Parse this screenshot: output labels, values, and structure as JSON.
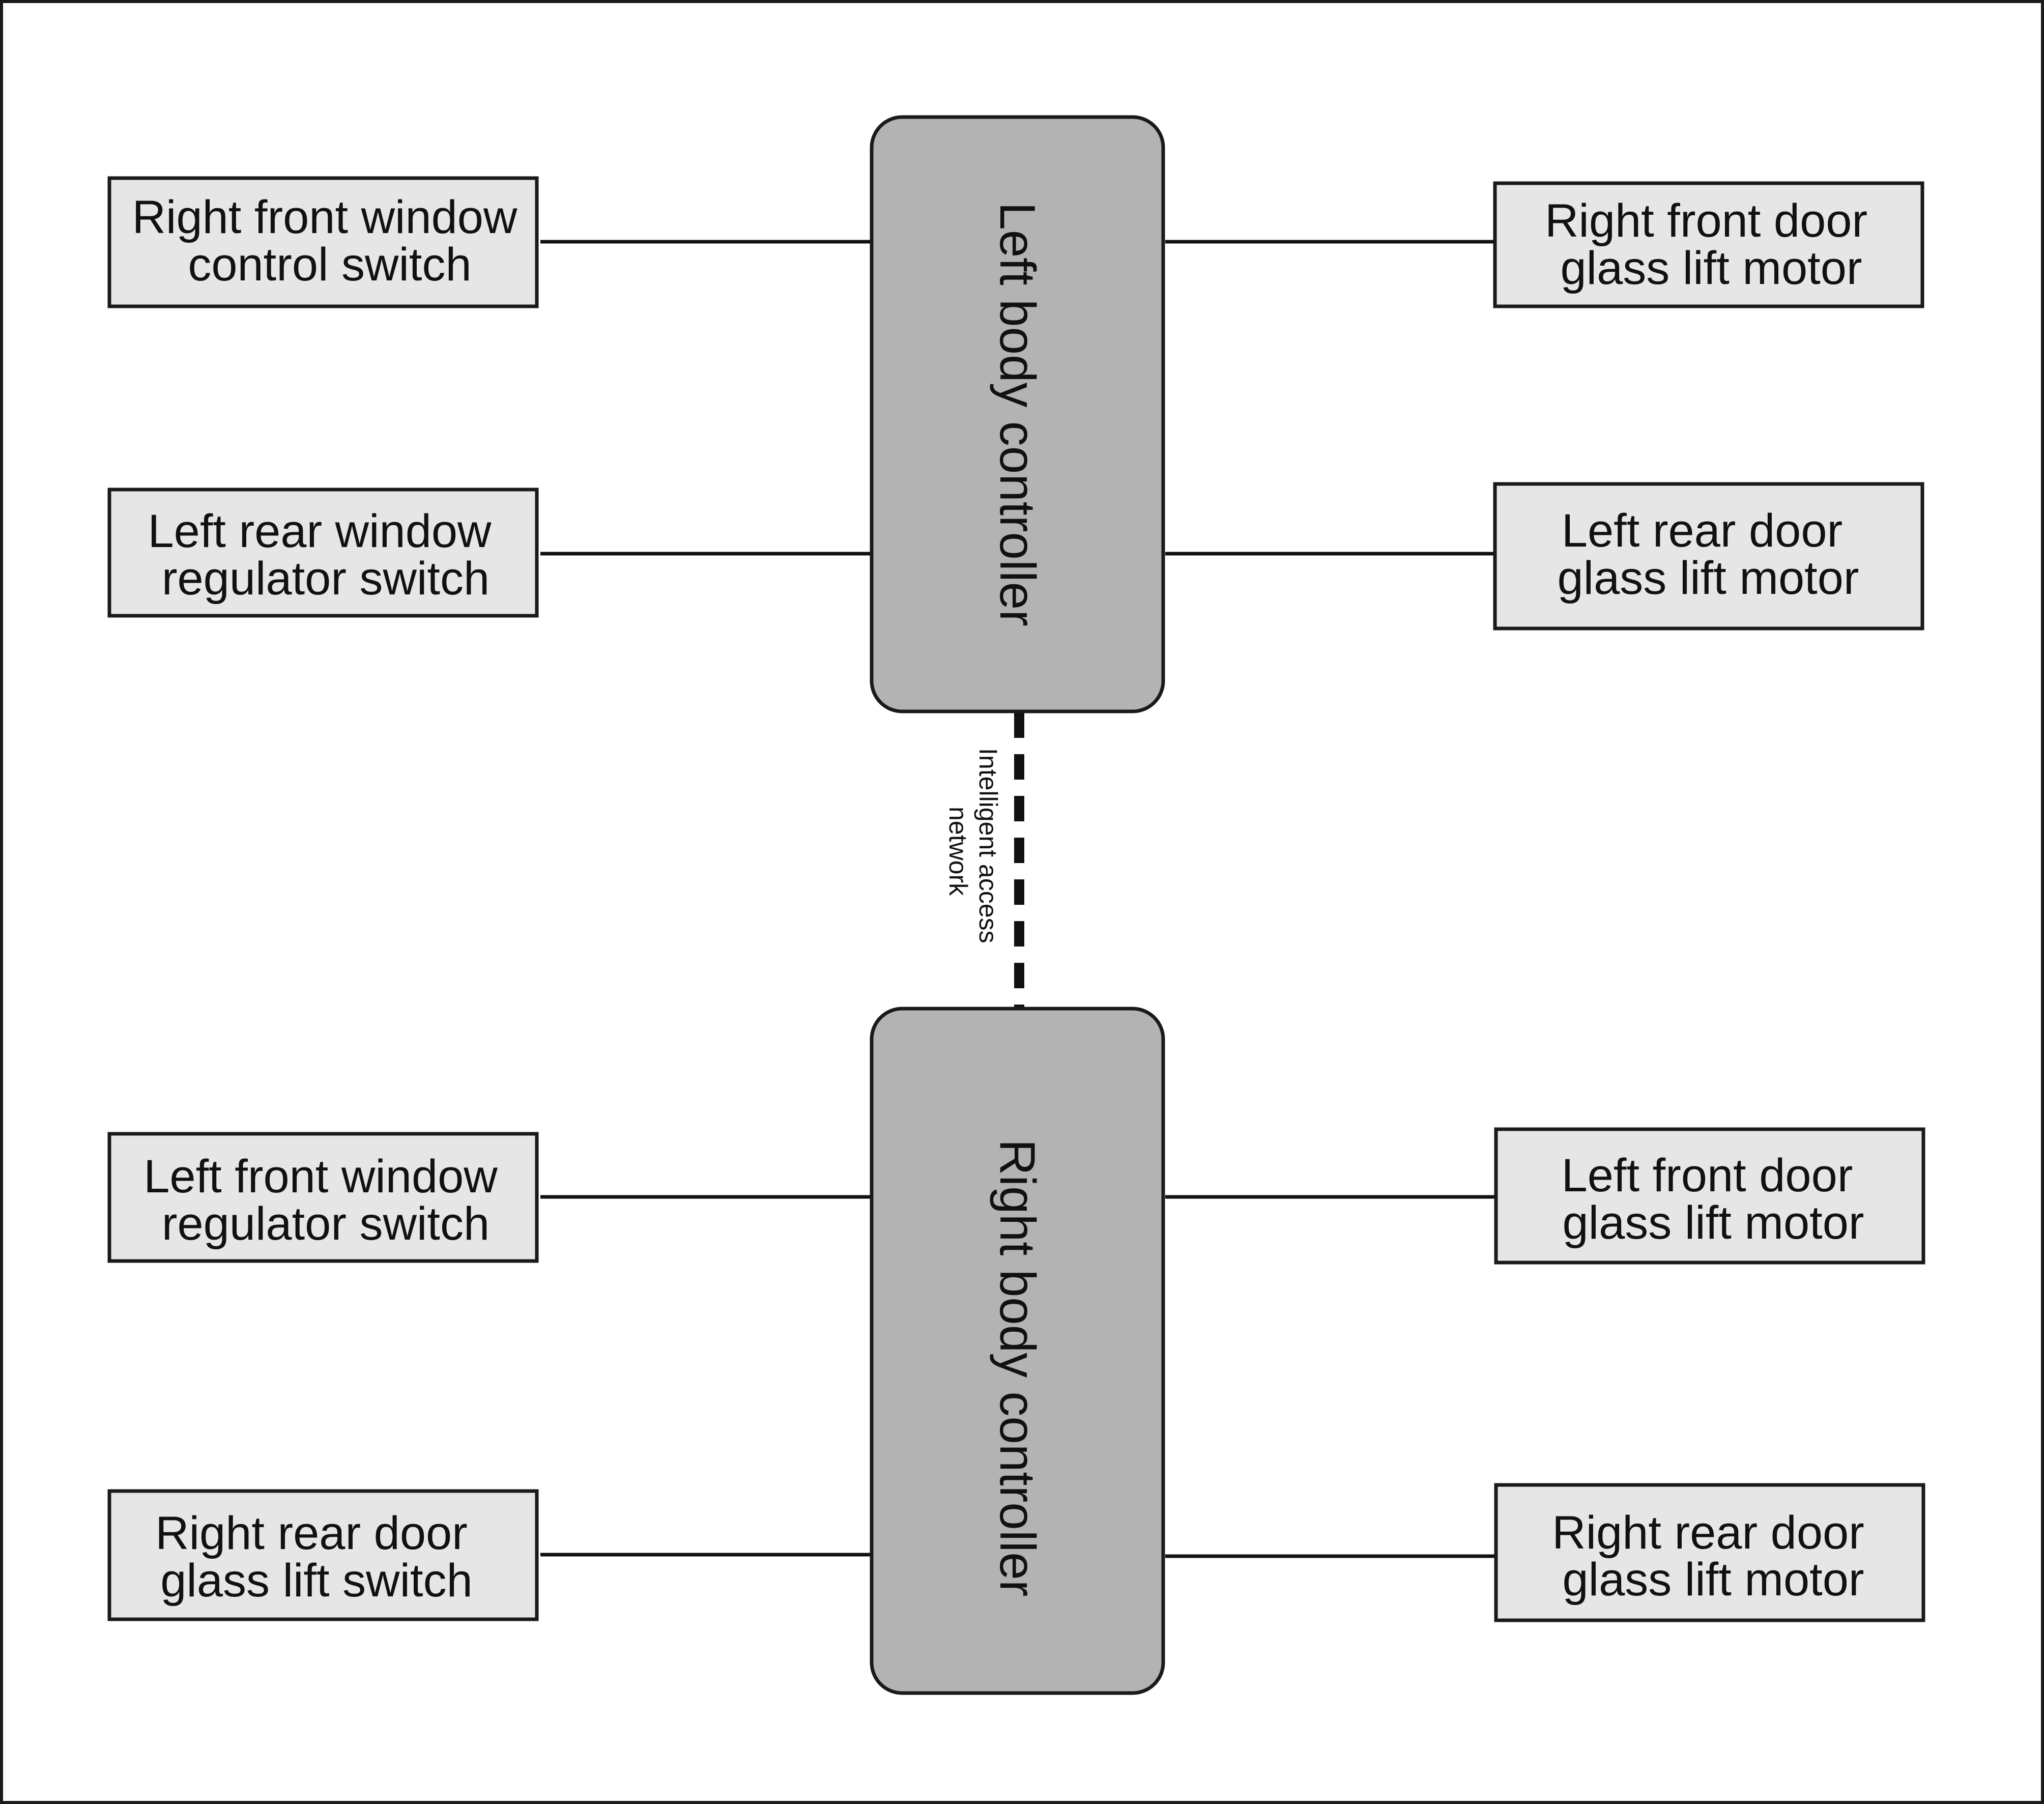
{
  "colors": {
    "page_background": "#ffffff",
    "border": "#1a1a1a",
    "device_box_fill": "#e6e6e6",
    "controller_fill": "#b3b3b3",
    "line": "#111111"
  },
  "controllers": {
    "left": {
      "label": "Left body controller"
    },
    "right": {
      "label": "Right body controller"
    }
  },
  "network": {
    "label_line1": "Intelligent access",
    "label_line2": "network",
    "style": "dashed"
  },
  "devices": {
    "right_front_window_control_switch": {
      "line1": "Right front window",
      "line2": "control switch"
    },
    "left_rear_window_regulator_switch": {
      "line1": "Left rear window",
      "line2": "regulator switch"
    },
    "left_front_window_regulator_switch": {
      "line1": "Left front window",
      "line2": "regulator switch"
    },
    "right_rear_door_glass_lift_switch": {
      "line1": "Right rear door",
      "line2": "glass lift switch"
    },
    "right_front_door_glass_lift_motor": {
      "line1": "Right front door",
      "line2": "glass lift motor"
    },
    "left_rear_door_glass_lift_motor": {
      "line1": "Left rear door",
      "line2": "glass lift motor"
    },
    "left_front_door_glass_lift_motor": {
      "line1": "Left front door",
      "line2": "glass lift motor"
    },
    "right_rear_door_glass_lift_motor": {
      "line1": "Right rear door",
      "line2": "glass lift motor"
    }
  },
  "connections": [
    {
      "from": "right_front_window_control_switch",
      "to": "left",
      "arrows": "both"
    },
    {
      "from": "left_rear_window_regulator_switch",
      "to": "left",
      "arrows": "both"
    },
    {
      "from": "right_front_door_glass_lift_motor",
      "to": "left",
      "arrows": "both"
    },
    {
      "from": "left_rear_door_glass_lift_motor",
      "to": "left",
      "arrows": "both"
    },
    {
      "from": "left_front_window_regulator_switch",
      "to": "right",
      "arrows": "both"
    },
    {
      "from": "right_rear_door_glass_lift_switch",
      "to": "right",
      "arrows": "both"
    },
    {
      "from": "left_front_door_glass_lift_motor",
      "to": "right",
      "arrows": "both"
    },
    {
      "from": "right_rear_door_glass_lift_motor",
      "to": "right",
      "arrows": "both"
    }
  ]
}
